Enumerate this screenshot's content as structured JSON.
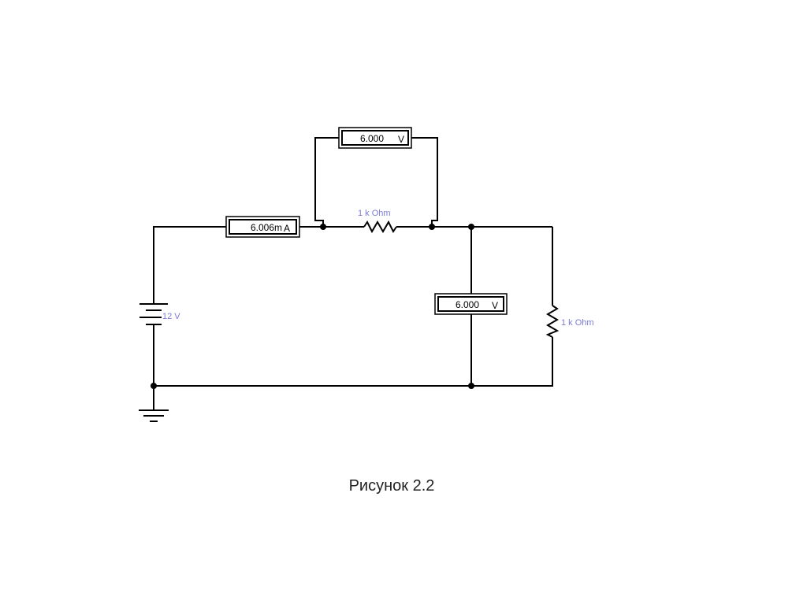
{
  "circuit": {
    "series_resistor_label": "1 k Ohm",
    "load_resistor_label": "1 k Ohm",
    "battery_label": "12 V",
    "ammeter": {
      "value": "6.006m",
      "unit": "A"
    },
    "voltmeter_series": {
      "value": "6.000",
      "unit": "V"
    },
    "voltmeter_load": {
      "value": "6.000",
      "unit": "V"
    }
  },
  "caption": "Рисунок 2.2",
  "colors": {
    "wire": "#000000",
    "label": "#7b7bd6"
  }
}
